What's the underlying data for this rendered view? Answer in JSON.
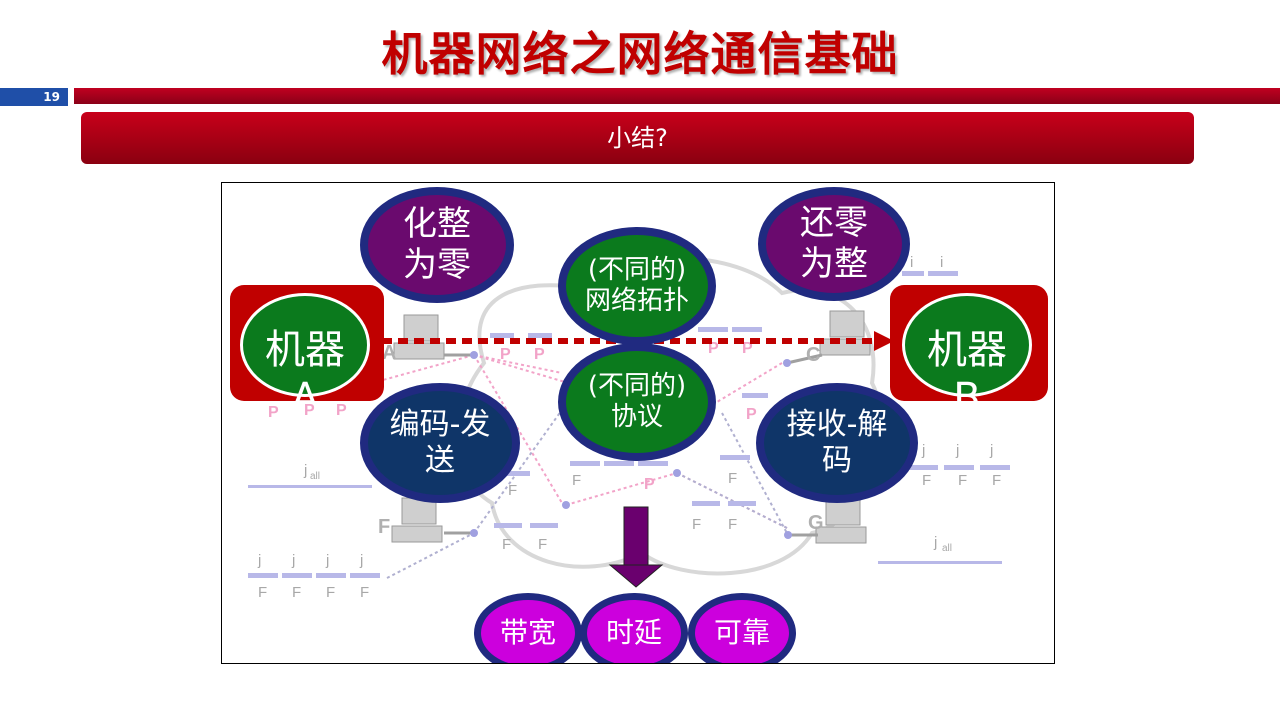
{
  "header": {
    "title": "机器网络之网络通信基础",
    "page_number": "19"
  },
  "section": {
    "title": "小结?"
  },
  "diagram": {
    "machine_a": "机器\nA",
    "machine_b": "机器\nB",
    "split": "化整\n为零",
    "merge": "还零\n为整",
    "topology": "(不同的)\n网络拓扑",
    "protocol": "(不同的)\n协议",
    "encode_send": "编码-发\n送",
    "receive_decode": "接收-解\n码",
    "metrics": [
      "带宽",
      "时延",
      "可靠"
    ],
    "node_labels": [
      "A",
      "C",
      "F",
      "G"
    ],
    "colors": {
      "title": "#c00000",
      "ellipse_purple": "#6a0a6e",
      "ellipse_green": "#0b7a1d",
      "ellipse_navy": "#0f3568",
      "ellipse_magenta": "#cc00dd",
      "arrow_dark": "#6a006e"
    }
  }
}
